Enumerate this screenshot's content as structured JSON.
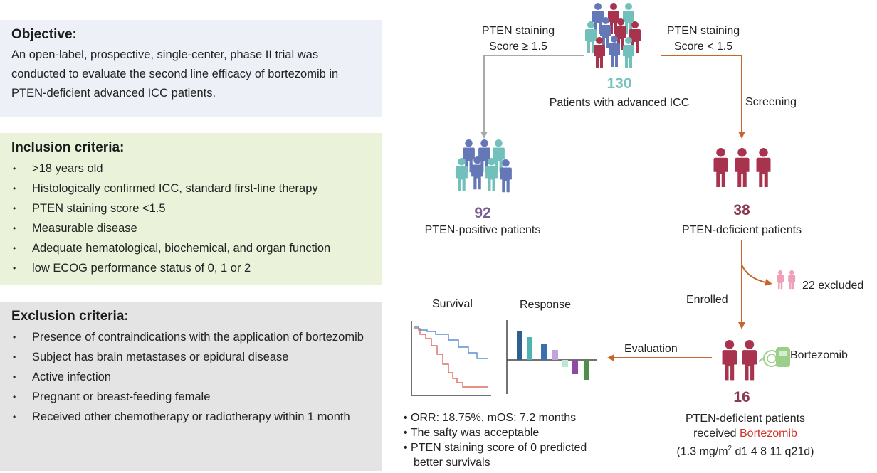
{
  "objective": {
    "title": "Objective:",
    "text": "An open-label, prospective, single-center, phase II trial was conducted to evaluate the second line efficacy of bortezomib in PTEN-deficient advanced ICC patients."
  },
  "inclusion": {
    "title": "Inclusion criteria:",
    "items": [
      ">18 years old",
      "Histologically confirmed ICC, standard first-line therapy",
      "PTEN staining score <1.5",
      "Measurable disease",
      "Adequate hematological, biochemical, and organ function",
      "low ECOG performance status of 0, 1 or 2"
    ]
  },
  "exclusion": {
    "title": "Exclusion criteria:",
    "items": [
      "Presence of contraindications with the application of bortezomib",
      "Subject has brain metastases or epidural disease",
      "Active infection",
      "Pregnant or breast-feeding female",
      "Received other chemotherapy or radiotherapy within 1 month"
    ]
  },
  "flow": {
    "left_label_1": "PTEN staining",
    "left_label_2": "Score ≥ 1.5",
    "right_label_1": "PTEN staining",
    "right_label_2": "Score < 1.5",
    "total_count": "130",
    "total_label": "Patients with advanced ICC",
    "screening": "Screening",
    "positive_count": "92",
    "positive_label": "PTEN-positive patients",
    "deficient_count": "38",
    "deficient_label": "PTEN-deficient patients",
    "excluded_label": "22 excluded",
    "enrolled": "Enrolled",
    "evaluation": "Evaluation",
    "drug_label": "Bortezomib",
    "treated_count": "16",
    "treated_label_1": "PTEN-deficient patients",
    "treated_label_2_prefix": "received ",
    "treated_label_2_drug": "Bortezomib",
    "dose_prefix": "(1.3 mg/m",
    "dose_sup": "2",
    "dose_suffix": " d1 4 8 11 q21d)",
    "survival_title": "Survival",
    "response_title": "Response",
    "results": [
      "• ORR: 18.75%, mOS: 7.2 months",
      "• The safty was acceptable",
      "• PTEN staining score of 0 predicted",
      "better survivals"
    ]
  },
  "colors": {
    "blue_person": "#6478b8",
    "teal_person": "#72c0bb",
    "maroon_person": "#a8334f",
    "pink_person": "#ef9fb8",
    "grey_arrow": "#a8a8a8",
    "orange_arrow": "#c8652a",
    "count_teal": "#76c2bf",
    "count_purple": "#7a5d92",
    "count_maroon": "#8b3a51"
  },
  "icons": [
    "person-icon",
    "syringe-pump-icon"
  ]
}
